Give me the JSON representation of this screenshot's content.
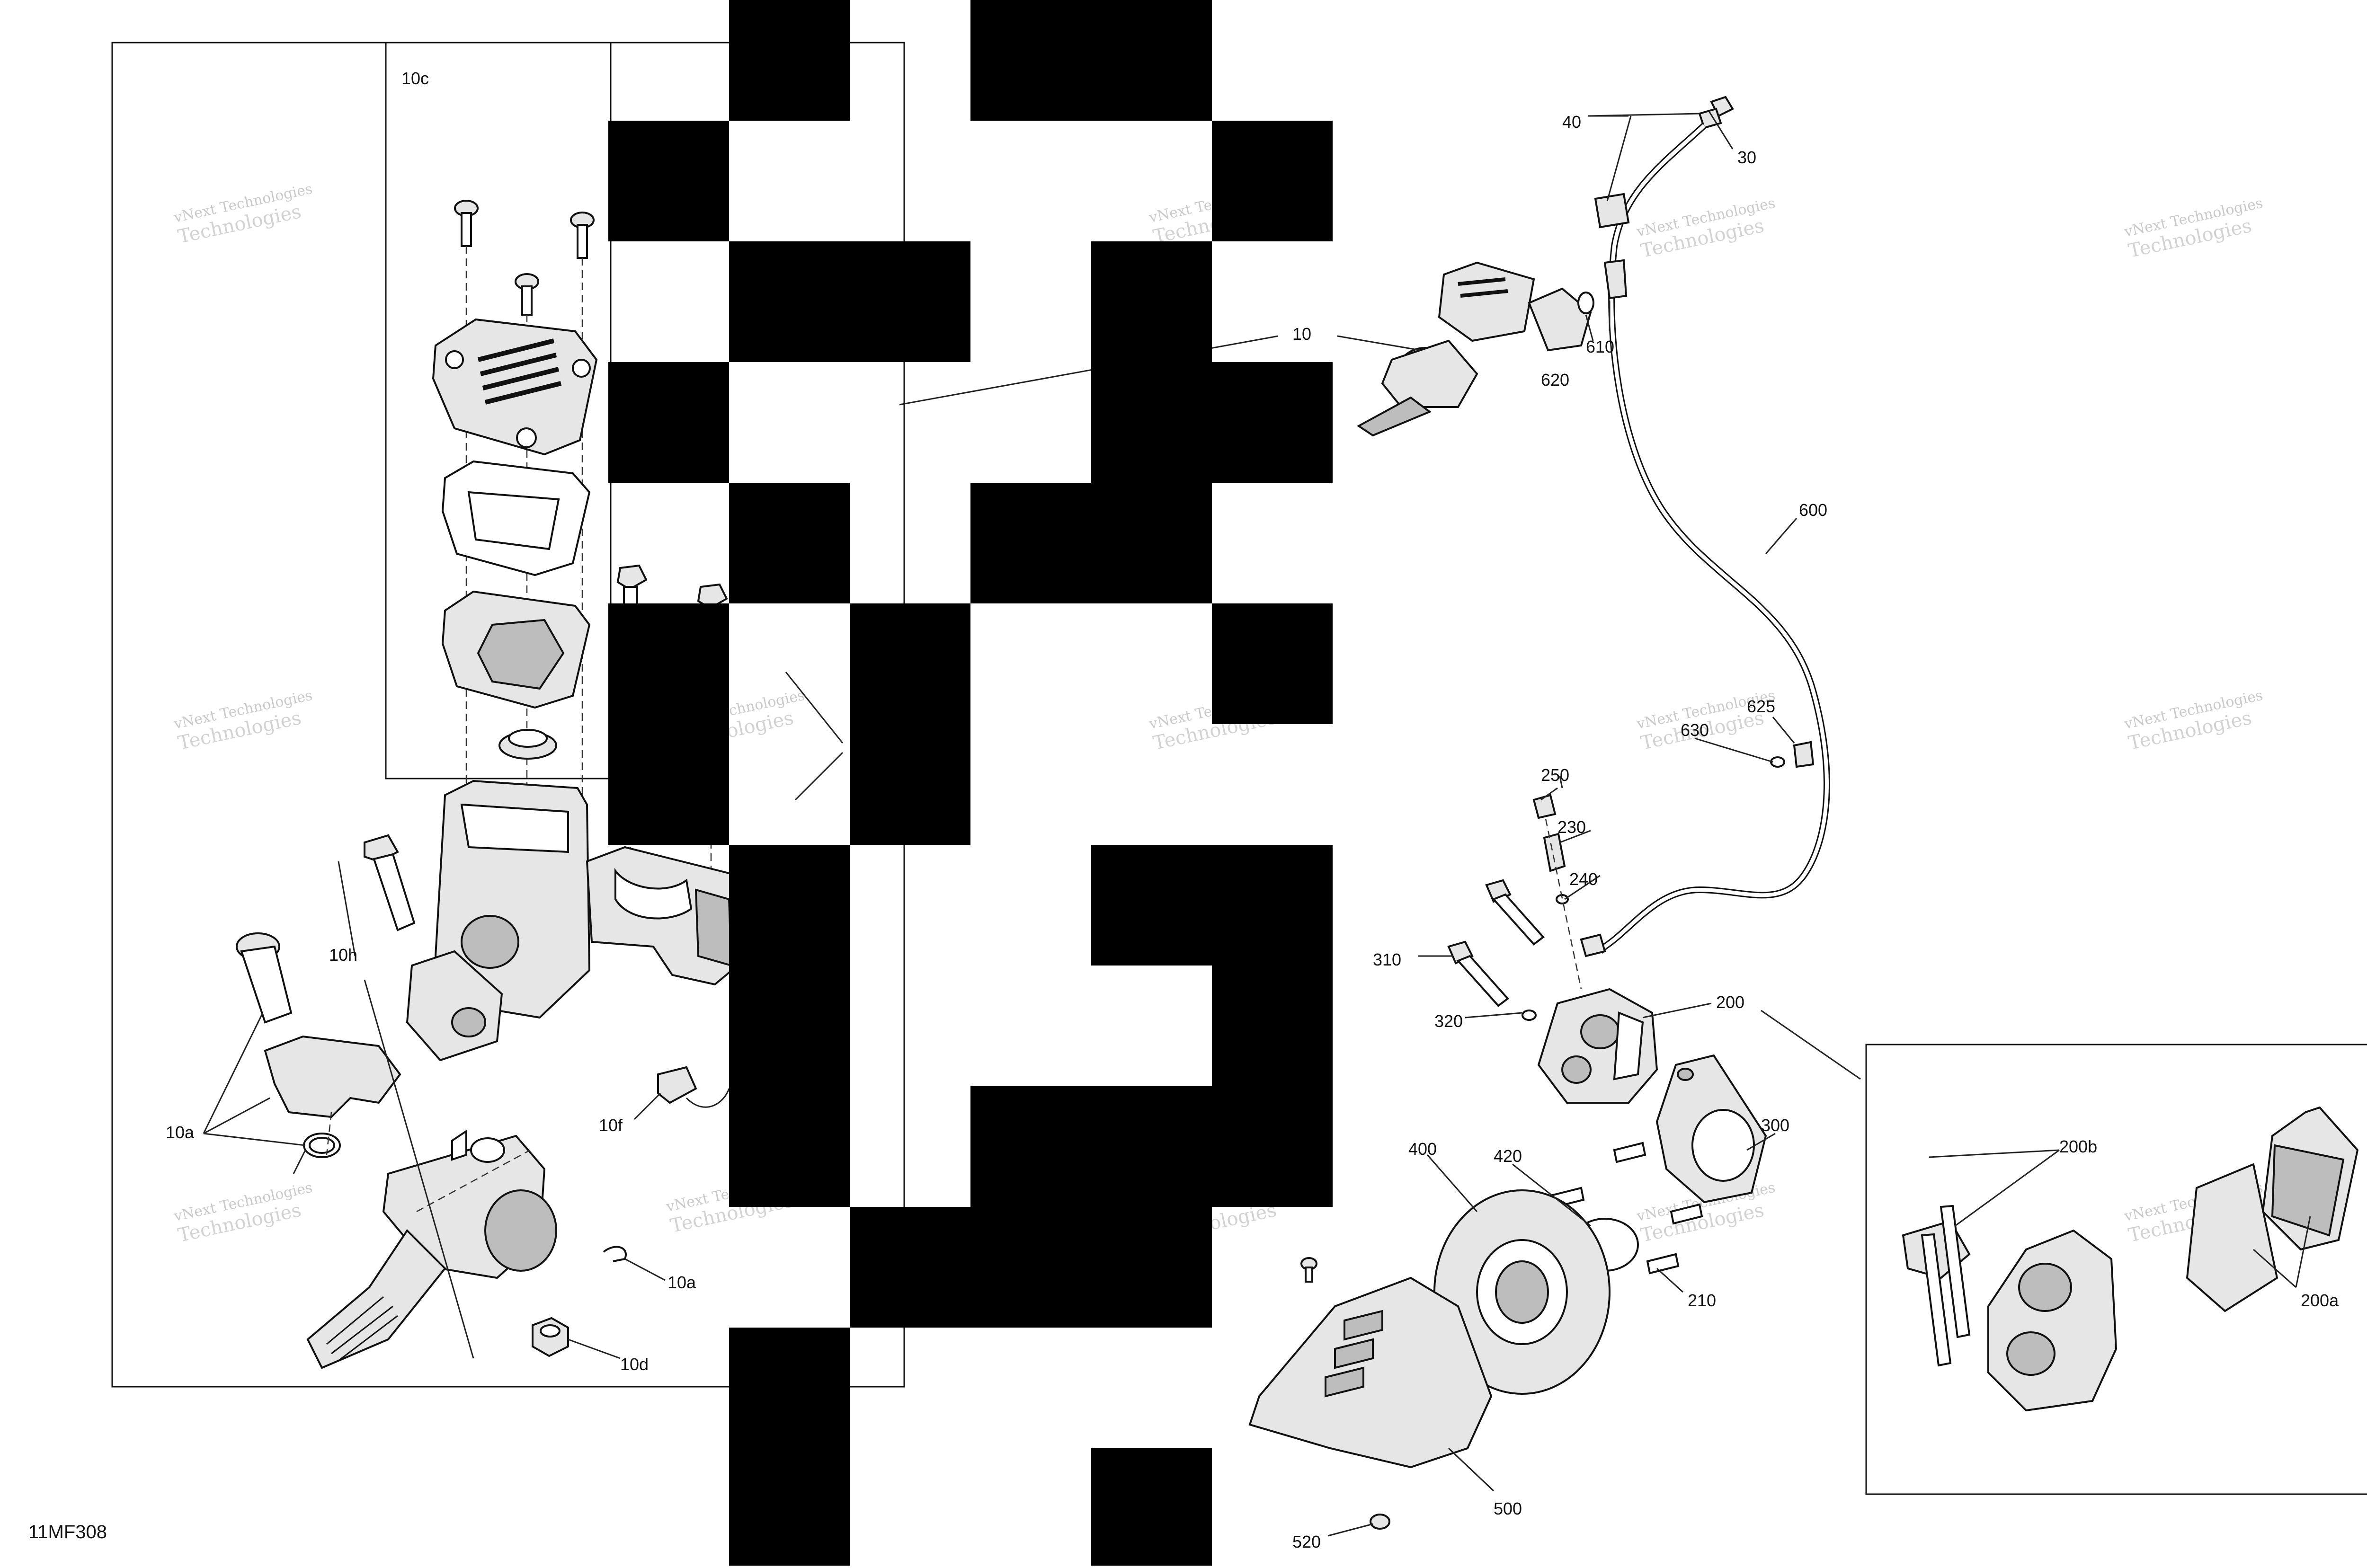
{
  "diagram_code": "11MF308",
  "watermark": {
    "line1": "vNext Technologies",
    "line2": "Technologies"
  },
  "inset_label": "10c",
  "callouts": [
    "10",
    "10a",
    "10a",
    "10c",
    "10d",
    "10f",
    "10h",
    "30",
    "40",
    "200",
    "200a",
    "200b",
    "210",
    "230",
    "240",
    "250",
    "300",
    "310",
    "320",
    "400",
    "420",
    "500",
    "520",
    "600",
    "610",
    "620",
    "625",
    "630"
  ]
}
